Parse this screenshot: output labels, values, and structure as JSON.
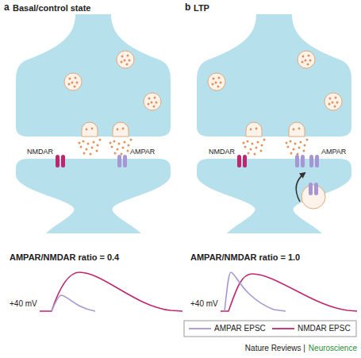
{
  "diagram": {
    "labels": [
      "a",
      "Basal/control state",
      "b",
      "LTP",
      "NMDAR",
      "AMPAR",
      "NMDAR",
      "AMPAR",
      "AMPAR/NMDAR ratio = 0.4",
      "AMPAR/NMDAR ratio = 1.0",
      "+40 mV",
      "+40 mV",
      "Nature Reviews |",
      "Neuroscience"
    ],
    "legend": [
      {
        "text": "AMPAR EPSC"
      },
      {
        "text": "NMDAR EPSC"
      }
    ]
  }
}
